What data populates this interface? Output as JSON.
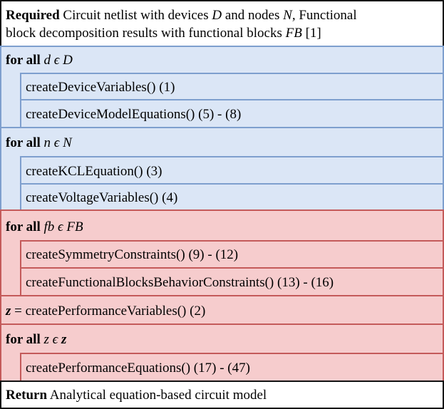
{
  "required": {
    "keyword": "Required",
    "line1_pre": " Circuit netlist with devices ",
    "line1_D": "D",
    "line1_mid": " and nodes ",
    "line1_N": "N,",
    "line1_post": " Functional",
    "line2_pre": "block decomposition results with functional blocks ",
    "line2_FB": "FB",
    "line2_post": " [1]"
  },
  "loop_devices": {
    "keyword": "for all",
    "var": "d",
    "in": " ϵ ",
    "set": "D",
    "steps": [
      "createDeviceVariables() (1)",
      "createDeviceModelEquations() (5) - (8)"
    ]
  },
  "loop_nodes": {
    "keyword": "for all",
    "var": "n",
    "in": " ϵ ",
    "set": "N",
    "steps": [
      "createKCLEquation() (3)",
      "createVoltageVariables() (4)"
    ]
  },
  "loop_blocks": {
    "keyword": "for all",
    "var": "fb",
    "in": " ϵ ",
    "set": "FB",
    "steps": [
      "createSymmetryConstraints() (9) - (12)",
      "createFunctionalBlocksBehaviorConstraints() (13) - (16)"
    ]
  },
  "perf_assign": {
    "var": "z",
    "rest": " = createPerformanceVariables() (2)"
  },
  "loop_perf": {
    "keyword": "for all",
    "var": "z",
    "in": " ϵ ",
    "set": "z",
    "steps": [
      "createPerformanceEquations() (17) - (47)"
    ]
  },
  "return": {
    "keyword": "Return",
    "text": " Analytical equation-based circuit model"
  },
  "colors": {
    "blue_fill": "#dbe6f6",
    "blue_border": "#7e9fce",
    "red_fill": "#f6cccd",
    "red_border": "#c45a5a",
    "outer_border": "#111111"
  }
}
